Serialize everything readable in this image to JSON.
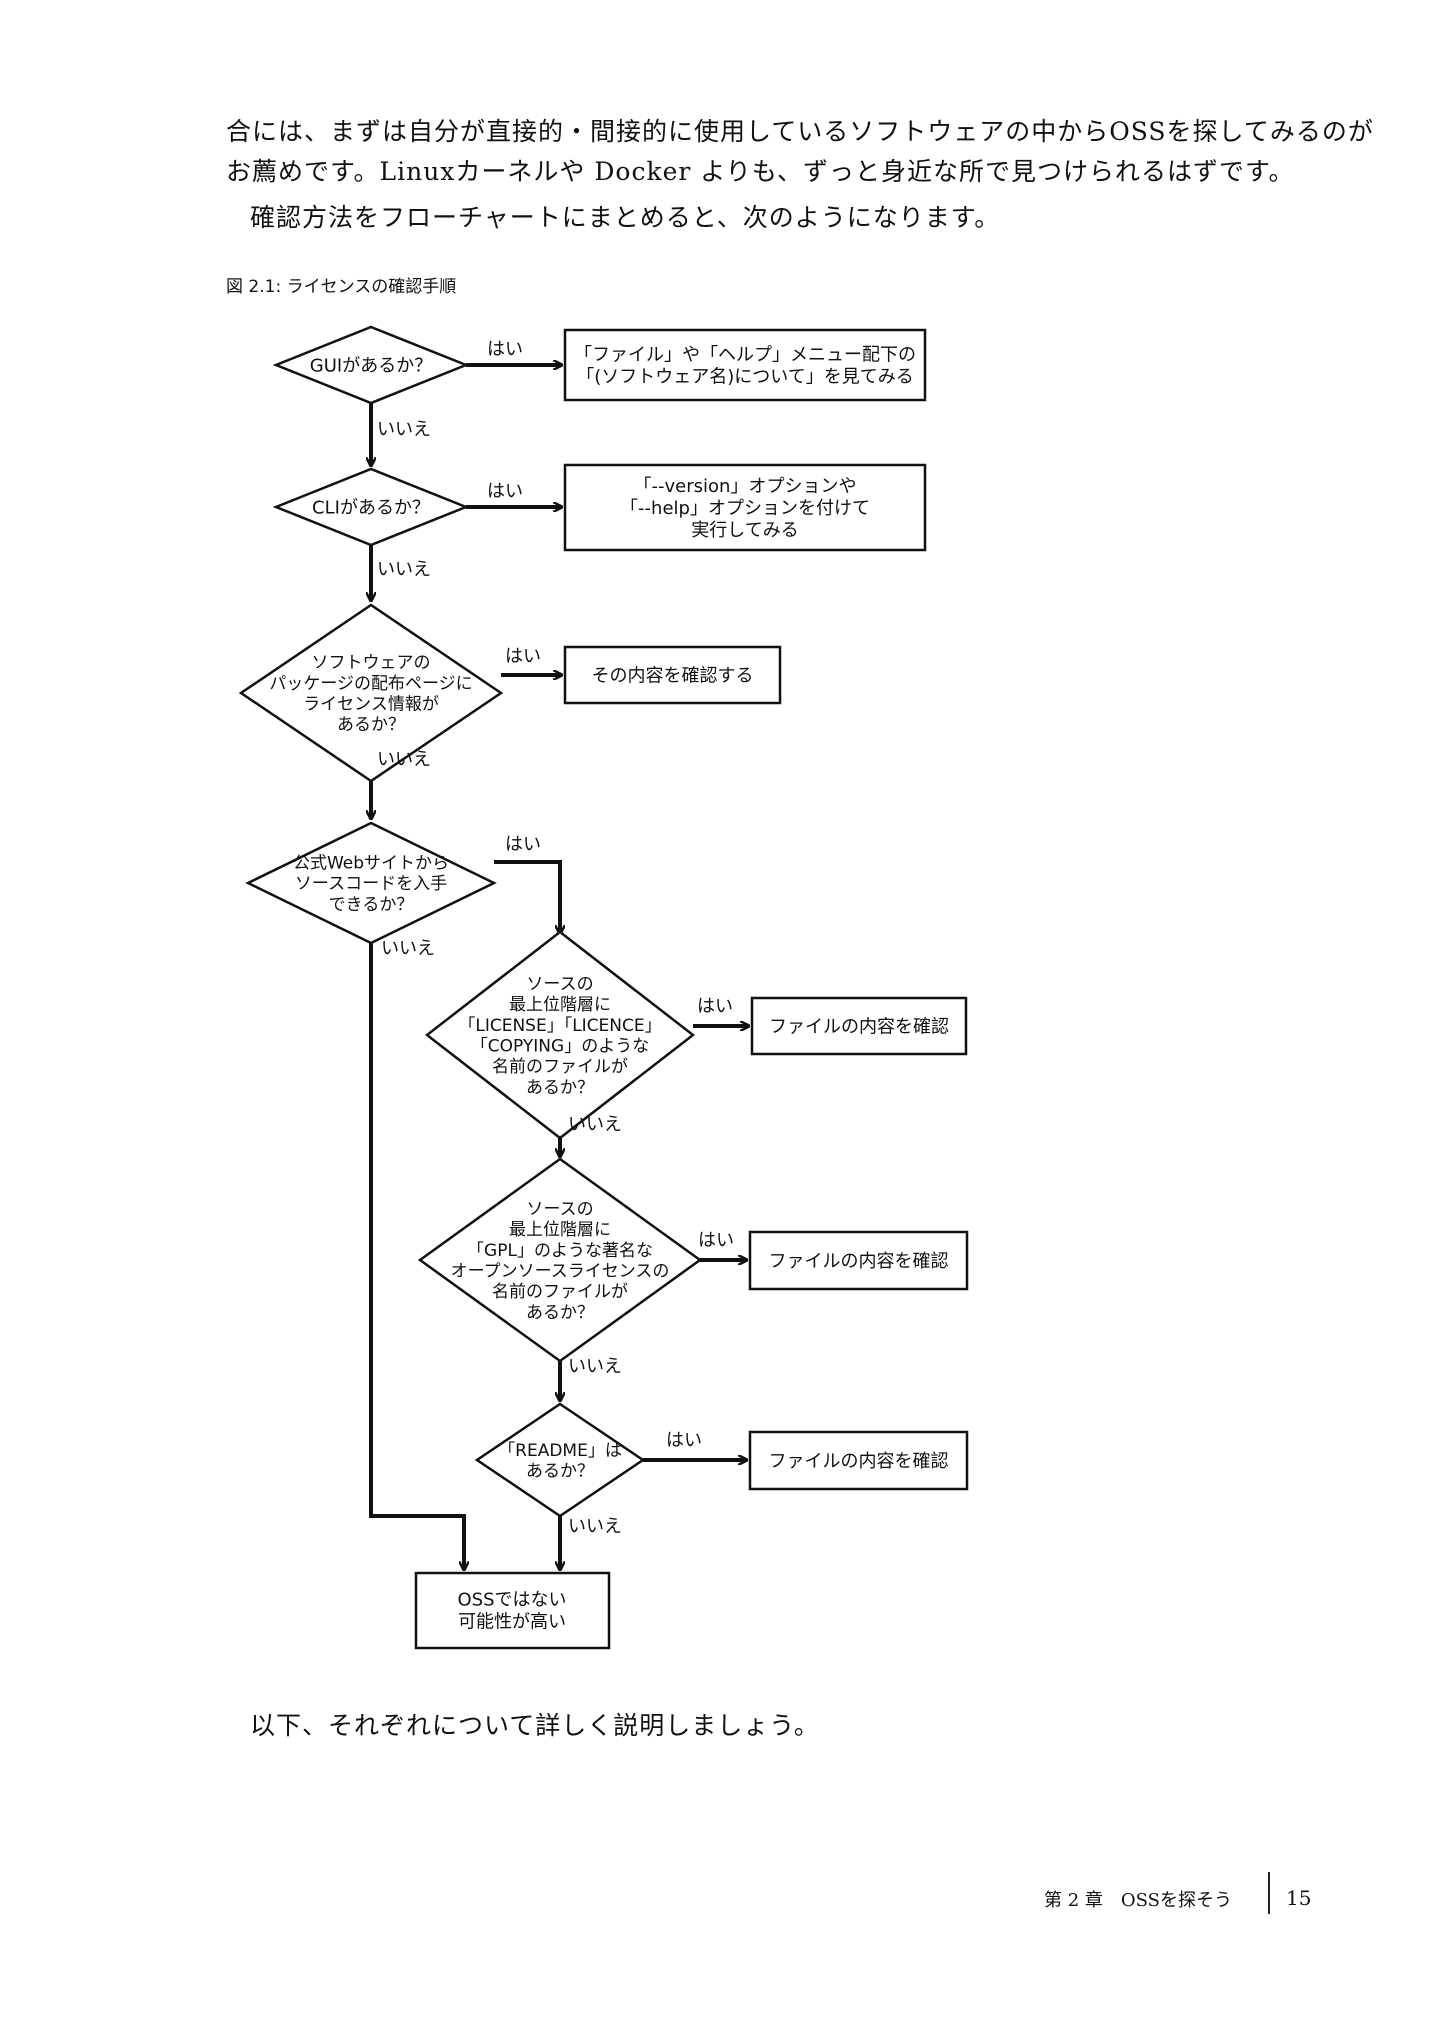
{
  "body": {
    "line1": "合には、まずは自分が直接的・間接的に使用しているソフトウェアの中からOSSを探してみるのが",
    "line2": "お薦めです。Linuxカーネルや Docker よりも、ずっと身近な所で見つけられるはずです。",
    "line3": "確認方法をフローチャートにまとめると、次のようになります。",
    "after": "以下、それぞれについて詳しく説明しましょう。"
  },
  "figure": {
    "caption": "図 2.1: ライセンスの確認手順",
    "yes": "はい",
    "no": "いいえ",
    "decisions": [
      [
        "GUIがあるか？"
      ],
      [
        "CLIがあるか？"
      ],
      [
        "ソフトウェアの",
        "パッケージの配布ページに",
        "ライセンス情報が",
        "あるか？"
      ],
      [
        "公式Webサイトから",
        "ソースコードを入手",
        "できるか？"
      ],
      [
        "ソースの",
        "最上位階層に",
        "「LICENSE」「LICENCE」",
        "「COPYING」のような",
        "名前のファイルが",
        "あるか？"
      ],
      [
        "ソースの",
        "最上位階層に",
        "「GPL」のような著名な",
        "オープンソースライセンスの",
        "名前のファイルが",
        "あるか？"
      ],
      [
        "「README」は",
        "あるか？"
      ]
    ],
    "actions": [
      [
        "「ファイル」や「ヘルプ」メニュー配下の",
        "「(ソフトウェア名)について」を見てみる"
      ],
      [
        "「--version」オプションや",
        "「--help」オプションを付けて",
        "実行してみる"
      ],
      [
        "その内容を確認する"
      ],
      [
        "ファイルの内容を確認"
      ],
      [
        "ファイルの内容を確認"
      ],
      [
        "ファイルの内容を確認"
      ]
    ],
    "terminal": [
      "OSSではない",
      "可能性が高い"
    ]
  },
  "footer": {
    "chapter": "第 2 章　OSSを探そう",
    "page": "15"
  }
}
